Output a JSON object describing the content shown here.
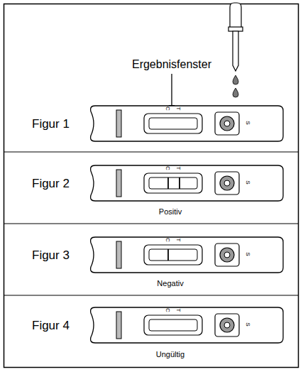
{
  "diagram": {
    "nodes": [
      {
        "text": [
          "C",
          "T",
          "S"
        ]
      },
      {
        "text": [
          "C",
          "T",
          "S"
        ]
      },
      {
        "text": [
          "C",
          "T",
          "S"
        ]
      },
      {
        "text": [
          "C",
          "T",
          "S"
        ]
      }
    ],
    "labels": [
      "Ergebnisfenster",
      "Figur 1",
      "Figur 2",
      "Figur 3",
      "Figur 4",
      "Positiv",
      "Negativ",
      "Ungültig"
    ]
  }
}
